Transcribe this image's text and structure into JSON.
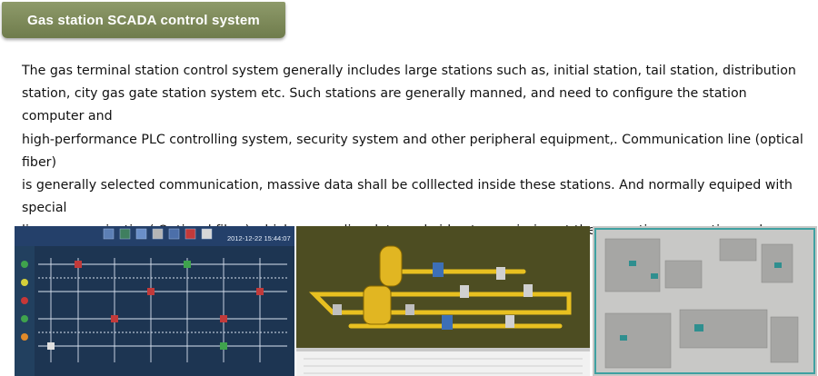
{
  "header": {
    "title": "Gas station SCADA control system"
  },
  "description": {
    "text": "  The  gas terminal station control system generally includes large stations such as, initial station, tail station, distribution\nstation, city gas gate station system etc. Such stations are generally manned, and need to configure the station computer and\nhigh-performance PLC controlling system, security system and other peripheral equipment,. Communication line (optical fiber)\nis generally selected communication,  massive data shall be colllected inside these stations.  And normally equiped with special\nline communication( Optiocal fiber),which can realize data and video transmission at the same time, sometimes also need\nspare communication via GPRS."
  },
  "screenshots": {
    "process_view": {
      "timestamp": "2012-12-22 15:44:07"
    }
  },
  "colors": {
    "title_tab": "#7d8a5b",
    "scada_blue": "#1d3552",
    "process_bg": "#4d4d22",
    "pipe_yellow": "#e8c020",
    "plan_bg": "#c8c8c6"
  }
}
